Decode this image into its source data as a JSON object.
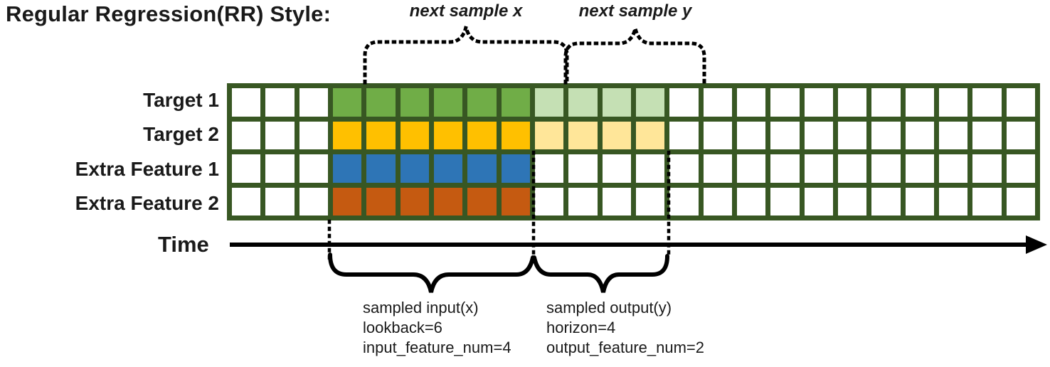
{
  "title": "Regular Regression(RR) Style:",
  "time_axis": {
    "label": "Time"
  },
  "annotations": {
    "next_sample_x": "next sample x",
    "next_sample_y": "next sample y",
    "input_note_lines": [
      "sampled input(x)",
      "lookback=6",
      "input_feature_num=4"
    ],
    "output_note_lines": [
      "sampled output(y)",
      "horizon=4",
      "output_feature_num=2"
    ]
  },
  "grid": {
    "columns_total": 24,
    "empty_before": 3,
    "lookback": 6,
    "horizon": 4,
    "colors": {
      "border": "#385723",
      "empty_cell": "#FFFFFF"
    },
    "rows": [
      {
        "label": "Target 1",
        "input_color": "#70AD47",
        "output_color": "#C5E0B4"
      },
      {
        "label": "Target 2",
        "input_color": "#FFC000",
        "output_color": "#FFE699"
      },
      {
        "label": "Extra Feature 1",
        "input_color": "#2E75B6",
        "output_color": "#FFFFFF"
      },
      {
        "label": "Extra Feature 2",
        "input_color": "#C55A11",
        "output_color": "#FFFFFF"
      }
    ]
  }
}
